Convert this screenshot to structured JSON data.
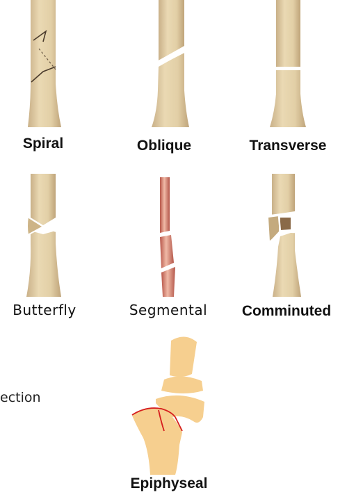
{
  "labels": {
    "spiral": "Spiral",
    "oblique": "Oblique",
    "transverse": "Transverse",
    "butterfly": "Butterfly",
    "segmental": "Segmental",
    "comminuted": "Comminuted",
    "epiphyseal": "Epiphyseal"
  },
  "side_text": "ection",
  "colors": {
    "bone": "#e3d0a8",
    "bone_shade": "#c7ad7e",
    "bone_outline": "#b49a6e",
    "segmental_red": "#c9705e",
    "epiphysis_fill": "#f6cf8f",
    "growth_plate_line": "#d61f1f"
  }
}
